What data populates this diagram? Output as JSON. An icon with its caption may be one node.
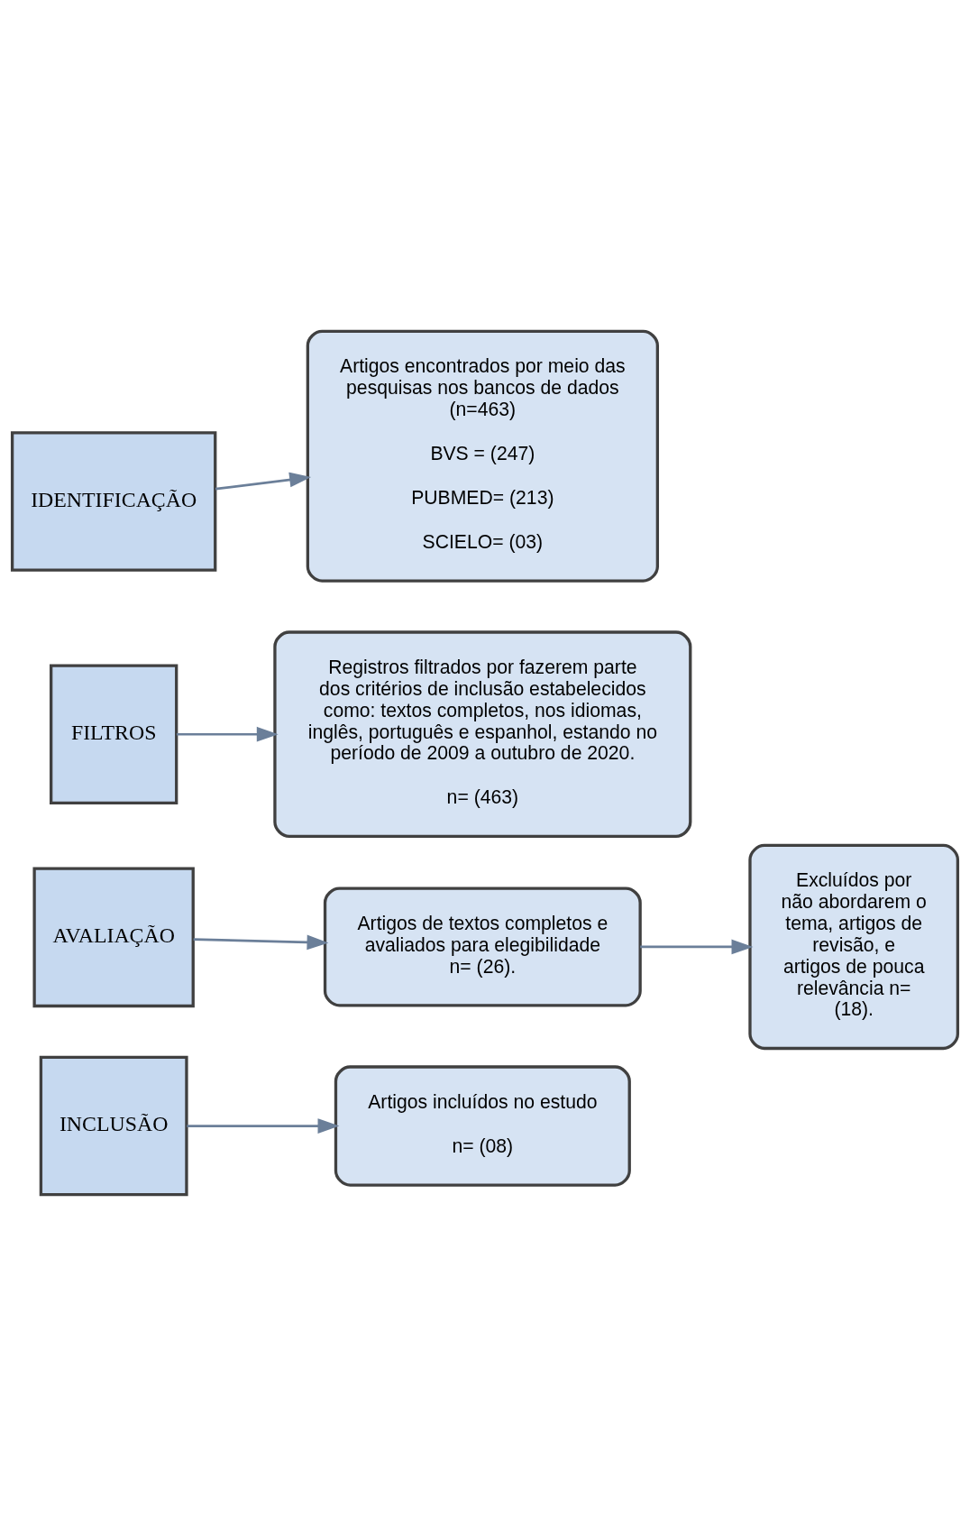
{
  "diagram": {
    "nodes": [
      {
        "text": [
          "IDENTIFICAÇÃO"
        ]
      },
      {
        "text": [
          "Artigos encontrados por meio das pesquisas nos bancos de dados (n=463)",
          "BVS = (247)",
          "PUBMED= (213)",
          "SCIELO= (03)"
        ]
      },
      {
        "text": [
          "FILTROS"
        ]
      },
      {
        "text": [
          "Registros filtrados por fazerem parte dos critérios de inclusão estabelecidos como: textos completos, nos idiomas, inglês, português e espanhol, estando no período de 2009 a outubro de 2020.",
          "n= (463)"
        ]
      },
      {
        "text": [
          "AVALIAÇÃO"
        ]
      },
      {
        "text": [
          "Artigos de textos completos e avaliados para elegibilidade n= (26)."
        ]
      },
      {
        "text": [
          "Excluídos por não abordarem o tema, artigos de revisão, e artigos de pouca relevância n= (18)."
        ]
      },
      {
        "text": [
          "INCLUSÃO"
        ]
      },
      {
        "text": [
          "Artigos incluídos no estudo",
          "n= (08)"
        ]
      }
    ],
    "edges": [
      {
        "from": 0,
        "to": 1,
        "arrow": "to"
      },
      {
        "from": 2,
        "to": 3,
        "arrow": "to"
      },
      {
        "from": 4,
        "to": 5,
        "arrow": "to"
      },
      {
        "from": 5,
        "to": 6,
        "arrow": "to"
      },
      {
        "from": 7,
        "to": 8,
        "arrow": "to"
      }
    ]
  }
}
